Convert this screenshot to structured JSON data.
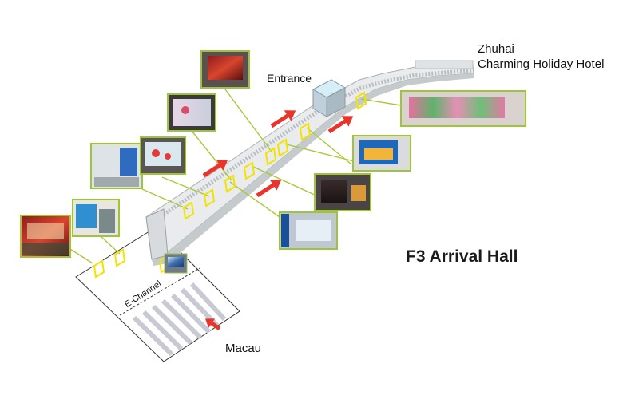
{
  "labels": {
    "hotel_line1": "Zhuhai",
    "hotel_line2": "Charming Holiday Hotel",
    "entrance": "Entrance",
    "hall": "F3 Arrival Hall",
    "macau": "Macau",
    "echannel": "E-Channel"
  },
  "colors": {
    "callout_line": "#a9c93a",
    "photo_border": "#9dc536",
    "marker": "#f2e300",
    "arrow": "#e8342a",
    "corridor_top": "#e9ebec",
    "corridor_side": "#c5cacd",
    "lane": "#c9c9d4"
  },
  "screens": [
    {
      "id": "s1",
      "kind": "red-screen"
    },
    {
      "id": "s2",
      "kind": "kiosk"
    },
    {
      "id": "s3",
      "kind": "blue-screen"
    },
    {
      "id": "s4",
      "kind": "dark-ad"
    },
    {
      "id": "s5",
      "kind": "pink-ad"
    },
    {
      "id": "s6",
      "kind": "pink-ad"
    },
    {
      "id": "s7",
      "kind": "red-screen"
    },
    {
      "id": "s8",
      "kind": "led-wall"
    },
    {
      "id": "s9",
      "kind": "poster"
    },
    {
      "id": "s10",
      "kind": "dark-ad"
    },
    {
      "id": "s11",
      "kind": "blue-screen"
    }
  ]
}
